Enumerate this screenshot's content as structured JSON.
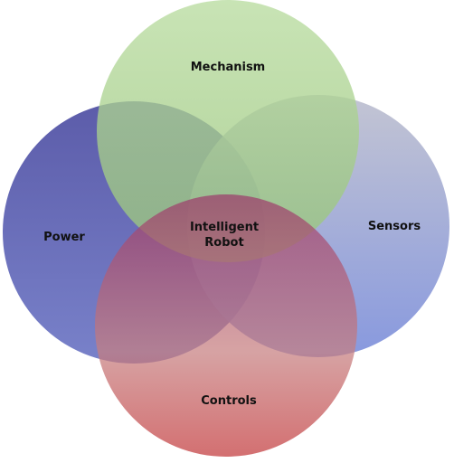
{
  "diagram": {
    "sets": {
      "mechanism": {
        "label": "Mechanism",
        "color": "#a9cf8f"
      },
      "power": {
        "label": "Power",
        "color": "#5a5cb0"
      },
      "sensors": {
        "label": "Sensors",
        "color": "#8f99c8"
      },
      "controls": {
        "label": "Controls",
        "color": "#c65a5a"
      }
    },
    "center": {
      "line1": "Intelligent",
      "line2": "Robot"
    }
  }
}
